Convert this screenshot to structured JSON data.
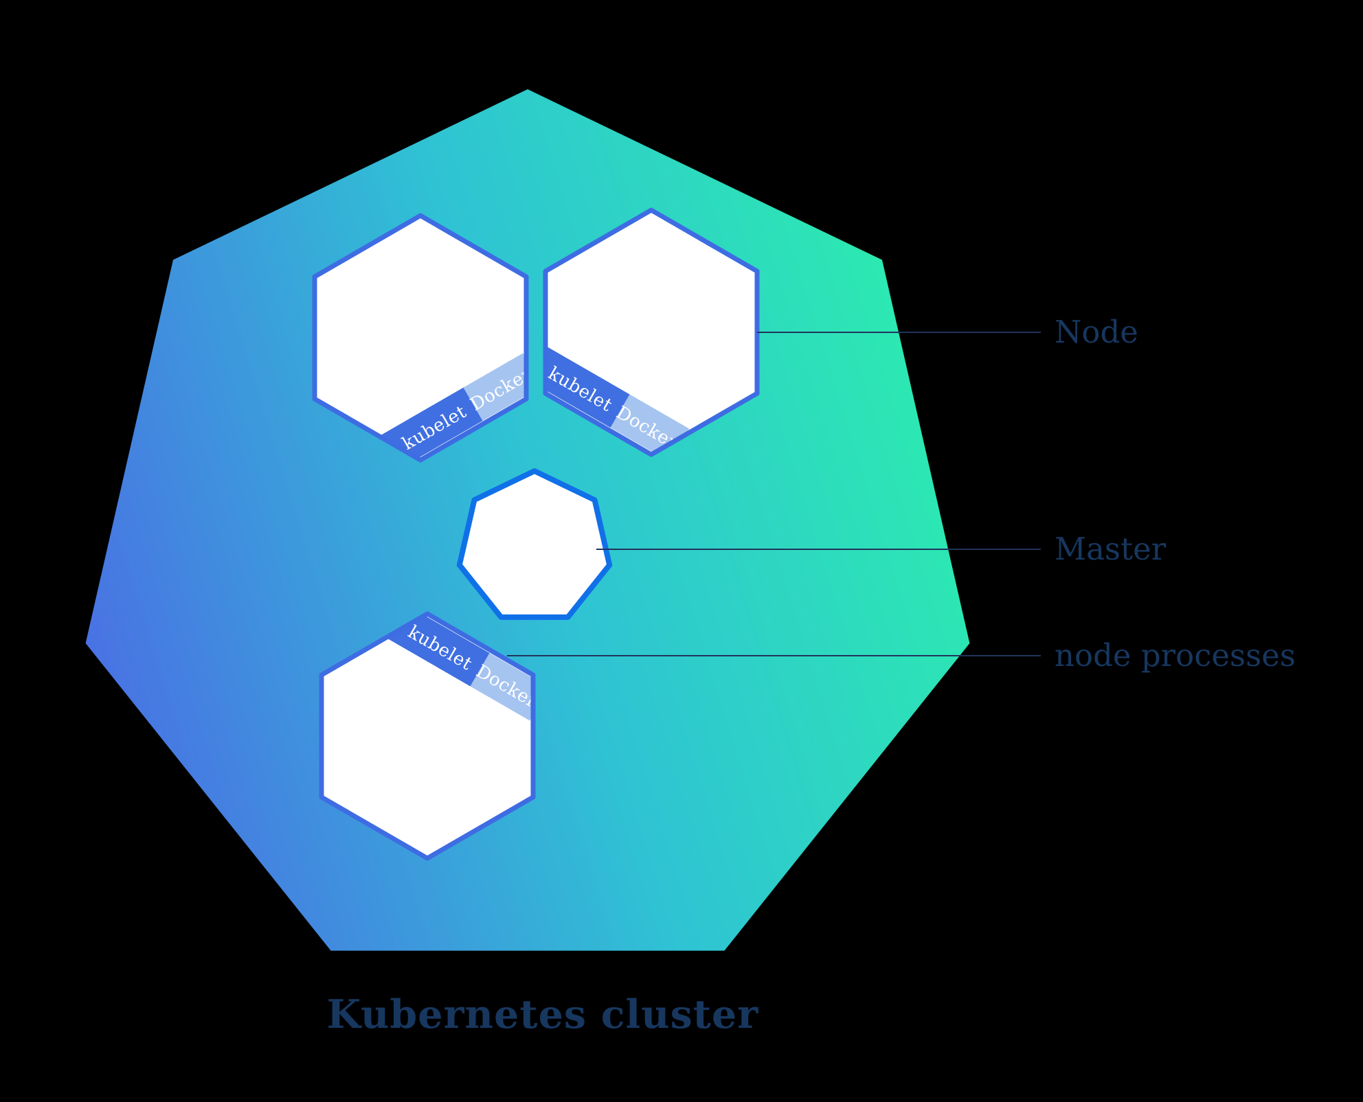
{
  "diagram": {
    "title": "Kubernetes cluster",
    "callouts": {
      "node": "Node",
      "master": "Master",
      "node_processes": "node processes"
    },
    "band": {
      "kubelet": "kubelet",
      "docker": "Docker"
    },
    "colors": {
      "background": "#000000",
      "cluster_gradient_start": "#4a70e4",
      "cluster_gradient_mid": "#2fc2d4",
      "cluster_gradient_end": "#2cecae",
      "hex_fill": "#ffffff",
      "hex_stroke": "#3e6ce2",
      "master_stroke": "#1070e8",
      "band_dark": "#3f6fe0",
      "band_light": "#a6c4f0",
      "band_text": "#ffffff",
      "label_text": "#17375f",
      "callout_line": "#21345c"
    }
  }
}
